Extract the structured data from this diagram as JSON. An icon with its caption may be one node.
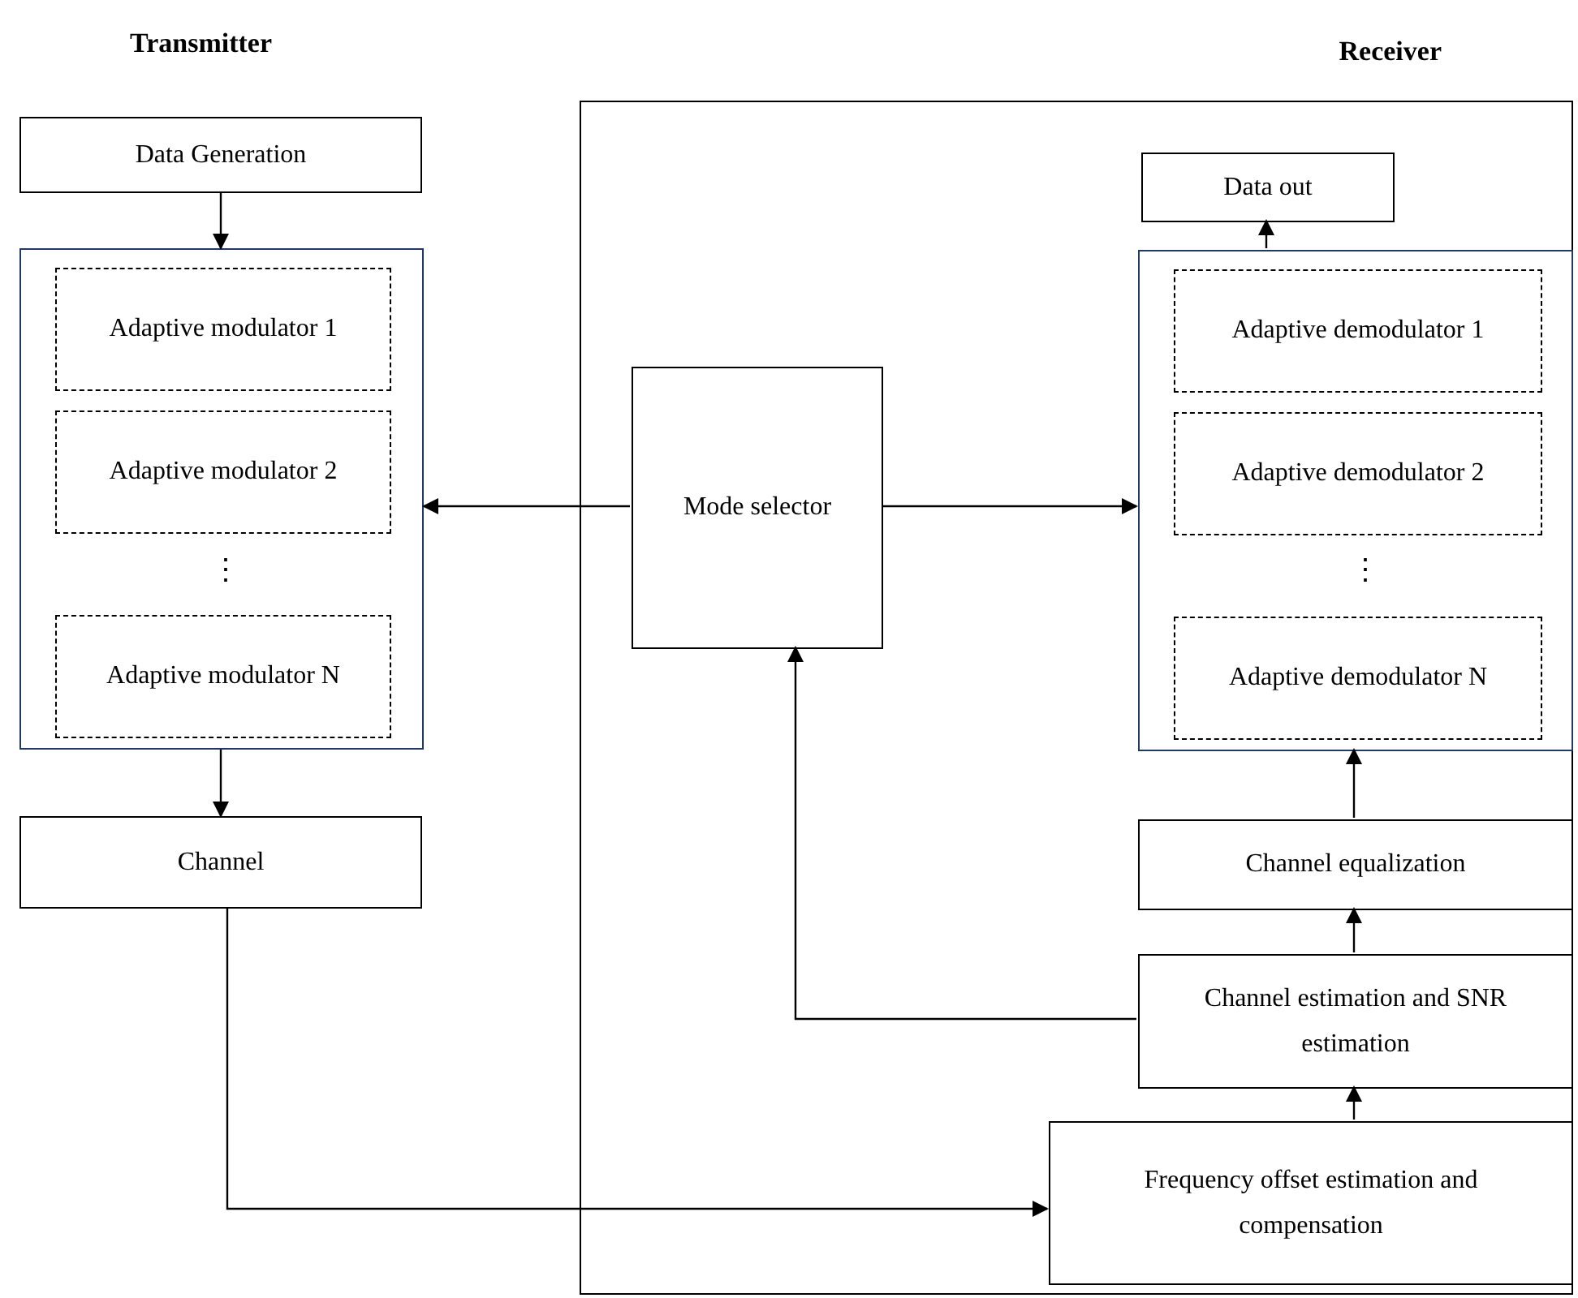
{
  "diagram": {
    "nodes": [
      {
        "text": [
          "Receiver"
        ]
      },
      {
        "text": [
          "Data Generation"
        ]
      },
      {
        "text": [],
        "shape": "box"
      },
      {
        "text": [
          "Adaptive modulator 1"
        ],
        "in": 2
      },
      {
        "text": [
          "Adaptive modulator 2"
        ],
        "in": 2
      },
      {
        "text": [
          "Adaptive modulator N"
        ],
        "in": 2
      },
      {
        "text": [
          "Channel"
        ]
      },
      {
        "text": [
          "Mode selector"
        ],
        "in": 0
      },
      {
        "text": [
          "Data out"
        ],
        "in": 0
      },
      {
        "text": [],
        "shape": "box",
        "in": 0
      },
      {
        "text": [
          "Adaptive demodulator 1"
        ],
        "in": 9
      },
      {
        "text": [
          "Adaptive demodulator 2"
        ],
        "in": 9
      },
      {
        "text": [
          "Adaptive demodulator N"
        ],
        "in": 9
      },
      {
        "text": [
          "Channel equalization"
        ],
        "in": 0
      },
      {
        "text": [
          "Channel estimation and SNR estimation"
        ],
        "in": 0
      },
      {
        "text": [
          "Frequency offset estimation and compensation"
        ],
        "in": 0
      }
    ],
    "edges": [
      {
        "from": 1,
        "to": 2,
        "arrow": "to"
      },
      {
        "from": 2,
        "to": 6,
        "arrow": "to"
      },
      {
        "from": 7,
        "to": 2,
        "arrow": "to"
      },
      {
        "from": 7,
        "to": 9,
        "arrow": "to"
      },
      {
        "from": 9,
        "to": 8,
        "arrow": "to"
      },
      {
        "from": 13,
        "to": 9,
        "arrow": "to"
      },
      {
        "from": 14,
        "to": 13,
        "arrow": "to"
      },
      {
        "from": 15,
        "to": 14,
        "arrow": "to"
      },
      {
        "from": 14,
        "to": 7,
        "arrow": "to"
      },
      {
        "from": 6,
        "to": 15,
        "arrow": "to"
      }
    ],
    "labels": [
      "Transmitter",
      "⋮",
      "⋮"
    ]
  }
}
